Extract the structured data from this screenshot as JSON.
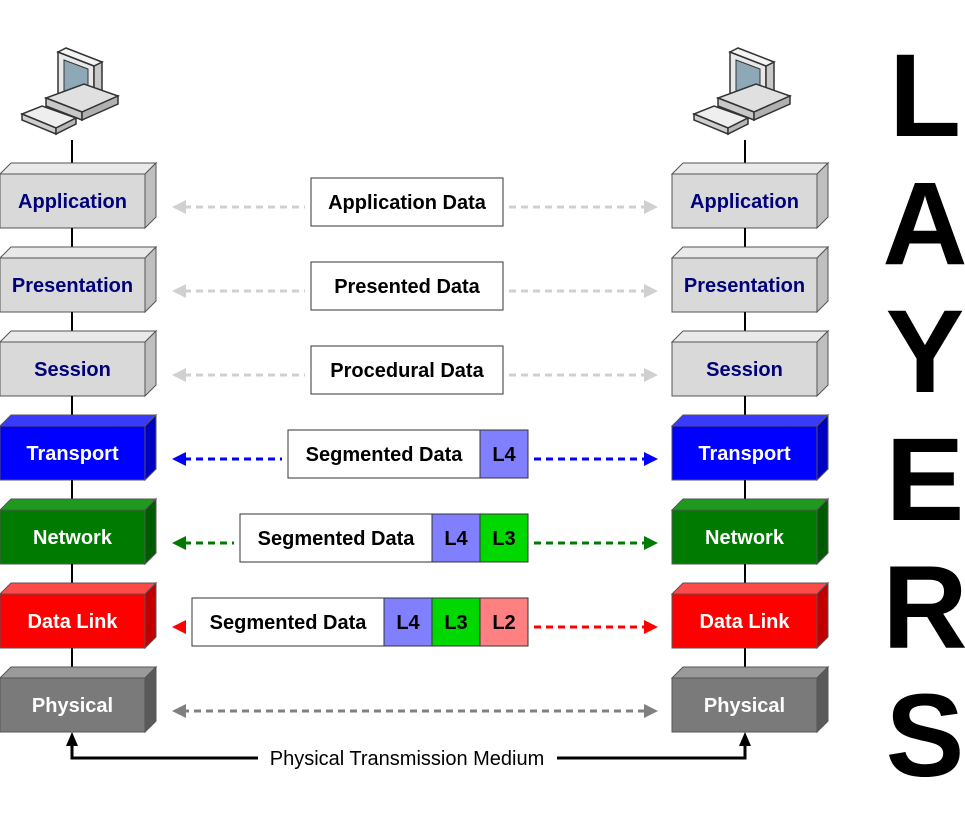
{
  "layers": [
    {
      "name": "Application",
      "face": "#d9d9d9",
      "top": "#e9e9e9",
      "side": "#bfbfbf",
      "text": "#00007a",
      "arrow": "#d0d0d0"
    },
    {
      "name": "Presentation",
      "face": "#d9d9d9",
      "top": "#e9e9e9",
      "side": "#bfbfbf",
      "text": "#00007a",
      "arrow": "#d0d0d0"
    },
    {
      "name": "Session",
      "face": "#d9d9d9",
      "top": "#e9e9e9",
      "side": "#bfbfbf",
      "text": "#00007a",
      "arrow": "#d0d0d0"
    },
    {
      "name": "Transport",
      "face": "#0000ff",
      "top": "#3a3aff",
      "side": "#0000c0",
      "text": "#ffffff",
      "arrow": "#0000ff"
    },
    {
      "name": "Network",
      "face": "#007a00",
      "top": "#1f9a1f",
      "side": "#005a00",
      "text": "#ffffff",
      "arrow": "#007a00"
    },
    {
      "name": "Data Link",
      "face": "#ff0000",
      "top": "#ff4a4a",
      "side": "#c00000",
      "text": "#ffffff",
      "arrow": "#ff0000"
    },
    {
      "name": "Physical",
      "face": "#7a7a7a",
      "top": "#9a9a9a",
      "side": "#5a5a5a",
      "text": "#ffffff",
      "arrow": "#808080"
    }
  ],
  "pdus": [
    {
      "label": "Application Data",
      "headers": []
    },
    {
      "label": "Presented Data",
      "headers": []
    },
    {
      "label": "Procedural Data",
      "headers": []
    },
    {
      "label": "Segmented Data",
      "headers": [
        {
          "label": "L4",
          "color": "#8080ff"
        }
      ]
    },
    {
      "label": "Segmented Data",
      "headers": [
        {
          "label": "L4",
          "color": "#8080ff"
        },
        {
          "label": "L3",
          "color": "#00d800"
        }
      ]
    },
    {
      "label": "Segmented Data",
      "headers": [
        {
          "label": "L4",
          "color": "#8080ff"
        },
        {
          "label": "L3",
          "color": "#00d800"
        },
        {
          "label": "L2",
          "color": "#ff8080"
        }
      ]
    },
    null
  ],
  "medium_label": "Physical Transmission Medium",
  "title_letters": [
    "L",
    "A",
    "Y",
    "E",
    "R",
    "S"
  ],
  "icons": {
    "left_host": "computer-icon",
    "right_host": "computer-icon"
  }
}
